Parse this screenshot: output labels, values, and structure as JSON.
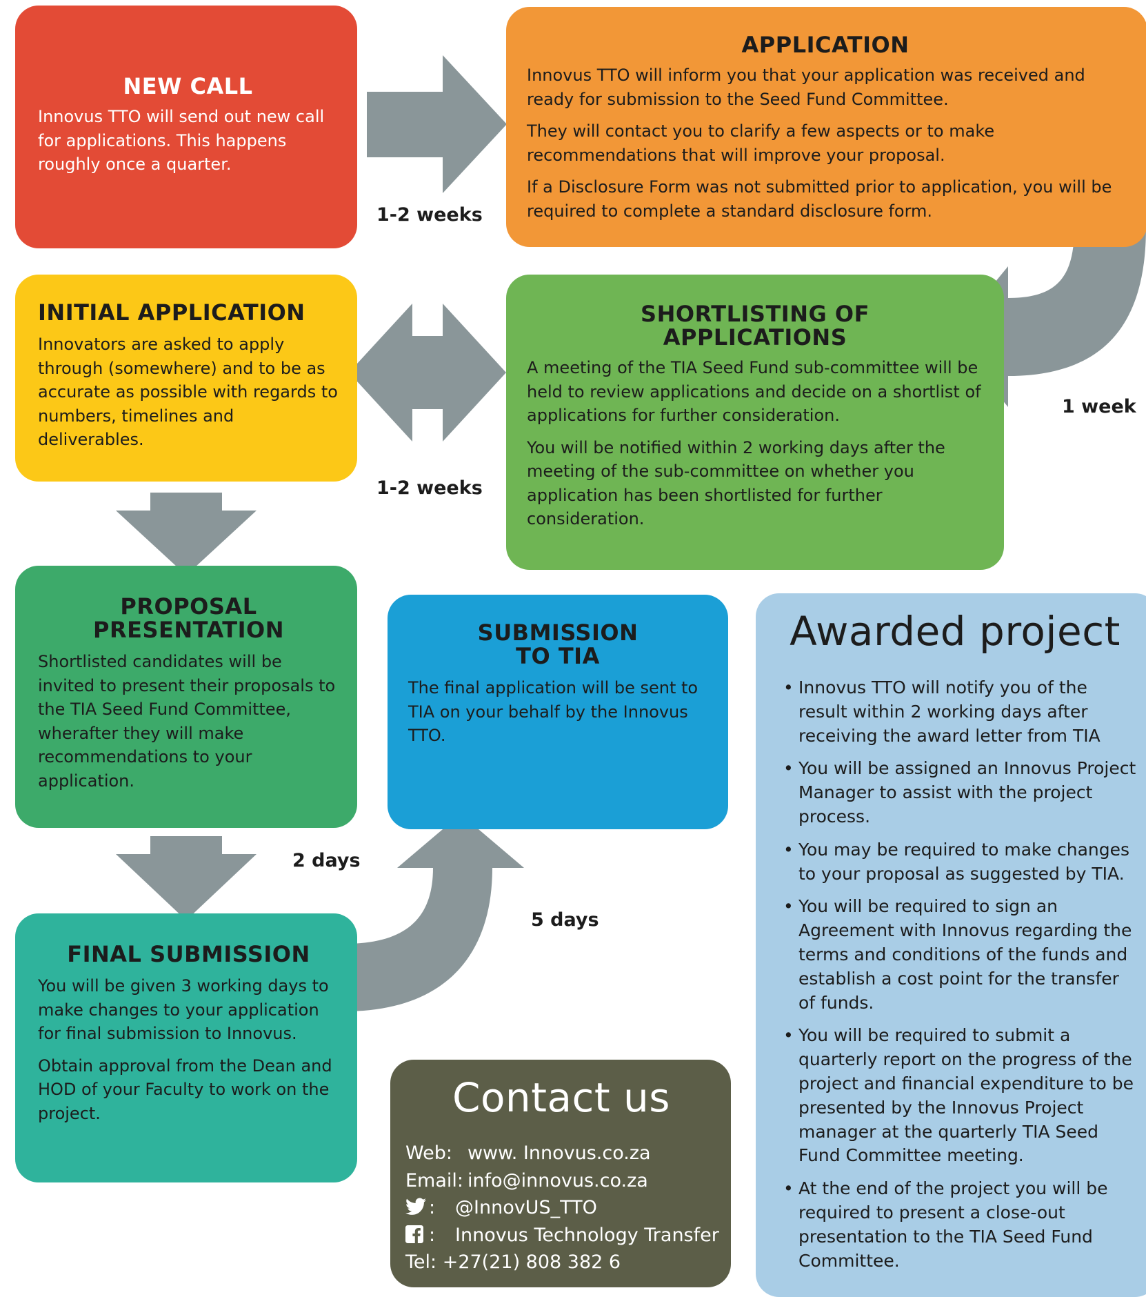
{
  "new_call": {
    "title": "NEW CALL",
    "body": "Innovus TTO will send out new call for applications. This happens roughly once a quarter."
  },
  "application": {
    "title": "APPLICATION",
    "paragraphs": [
      "Innovus TTO will inform you that your application was received and ready for submission to the Seed Fund Committee.",
      "They will contact you to clarify a few aspects or to make recommendations that will improve your proposal.",
      "If a Disclosure Form was not submitted prior to application, you will be required to complete a standard disclosure form."
    ]
  },
  "initial_application": {
    "title": "INITIAL APPLICATION",
    "body": "Innovators are asked to apply through (somewhere) and to be as accurate as possible with regards to numbers, timelines and deliverables."
  },
  "shortlisting": {
    "title_line1": "SHORTLISTING OF",
    "title_line2": "APPLICATIONS",
    "paragraphs": [
      "A meeting of the TIA Seed Fund sub-committee will be held to review applications and decide on a shortlist of applications for further consideration.",
      "You will be notified within 2 working days after the meeting of the sub-committee on whether you application has been shortlisted for further consideration."
    ]
  },
  "proposal_presentation": {
    "title_line1": "PROPOSAL",
    "title_line2": "PRESENTATION",
    "body": "Shortlisted candidates will be invited to present their proposals to the TIA Seed Fund Committee, wherafter they will make recommendations to your application."
  },
  "submission_tia": {
    "title_line1": "SUBMISSION",
    "title_line2": "TO TIA",
    "body": "The final application will be sent to TIA on your behalf by the Innovus TTO."
  },
  "final_submission": {
    "title": "FINAL SUBMISSION",
    "paragraphs": [
      "You will be given 3 working days to make changes to your application for final submission to Innovus.",
      "Obtain approval from the Dean and HOD of your Faculty to work on the project."
    ]
  },
  "contact": {
    "title": "Contact us",
    "web_label": "Web:",
    "web_value": "www. Innovus.co.za",
    "email_label": "Email:",
    "email_value": "info@innovus.co.za",
    "twitter_value": "@InnovUS_TTO",
    "facebook_value": "Innovus Technology Transfer",
    "tel": "Tel: +27(21) 808 382 6",
    "social_sep": ":"
  },
  "awarded": {
    "title": "Awarded project",
    "items": [
      "Innovus TTO will notify you of the result within 2 working days after receiving the award letter from TIA",
      "You will be assigned an Innovus Project Manager to assist with the project process.",
      "You may be required to make changes to your proposal as suggested by TIA.",
      "You will be required to sign an Agreement with Innovus regarding the terms and conditions of the funds and establish a cost point for the transfer of funds.",
      "You will be required to submit a quarterly report on the progress of the project and financial expenditure to be presented by the Innovus Project manager at the quarterly TIA Seed Fund Committee meeting.",
      "At the end of the project you will be required to present a close-out presentation to the TIA Seed Fund Committee."
    ]
  },
  "durations": {
    "new_to_application": "1-2 weeks",
    "application_to_shortlisting": "1 week",
    "initial_shortlisting": "1-2 weeks",
    "proposal_to_final": "2 days",
    "final_to_submission": "5 days"
  },
  "colors": {
    "arrow": "#8a9699",
    "new_call": "#e34b36",
    "application": "#f29737",
    "initial_application": "#fcc817",
    "shortlisting": "#6fb554",
    "proposal": "#3daa6a",
    "submission_tia": "#1b9fd6",
    "final_submission": "#2fb39c",
    "contact": "#5c5e48",
    "awarded": "#a9cde6"
  }
}
